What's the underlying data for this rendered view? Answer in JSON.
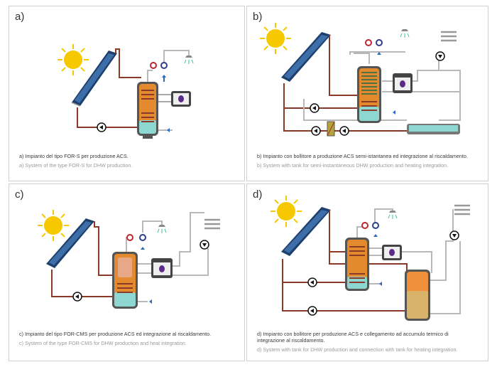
{
  "panels": [
    {
      "id": "a",
      "letter": "a)",
      "caption_it": "a) Impianto del tipo FOR-S per produzione ACS.",
      "caption_en": "a) System of the type FOR-S for DHW production."
    },
    {
      "id": "b",
      "letter": "b)",
      "caption_it": "b) Impianto con bollitore a produzione ACS semi-istantanea ed integrazione al riscaldamento.",
      "caption_en": "b) System with tank for semi-instantaneous DHW production and heating integration."
    },
    {
      "id": "c",
      "letter": "c)",
      "caption_it": "c) Impianto del tipo FOR-CMS per produzione ACS ed integrazione al riscaldamento.",
      "caption_en": "c) System of the type FOR-CMS for DHW production and heat integration."
    },
    {
      "id": "d",
      "letter": "d)",
      "caption_it": "d) Impianto con bollitore per produzione ACS e collegamento ad accumulo termico di",
      "caption_it_2": "integrazione al riscaldamento.",
      "caption_en": "d) System with tank for DHW production and connection with tank for heating integration."
    }
  ],
  "colors": {
    "pipe_hot": "#8b3a2a",
    "pipe_grey": "#b8b8b8",
    "sun": "#f6c800",
    "panel_blue": "#1d3f6e",
    "tank_orange": "#e38a2e",
    "water_teal": "#8ed6d0"
  }
}
